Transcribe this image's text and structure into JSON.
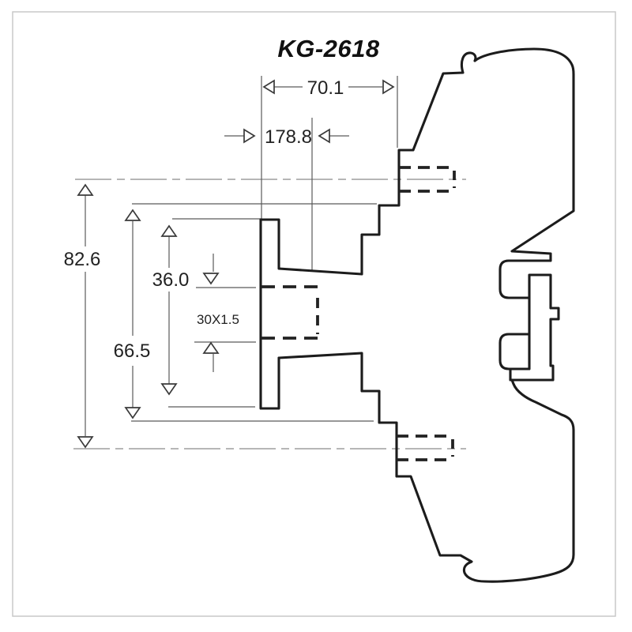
{
  "page": {
    "background": "#ffffff",
    "border_color": "#c9c9c9",
    "line_color": "#1c1c1c"
  },
  "drawing": {
    "title": "KG-2618",
    "type": "technical-dimension-drawing",
    "dimensions": {
      "top_width": "70.1",
      "overall_length": "178.8",
      "outer_height": "82.6",
      "flange_height": "36.0",
      "mid_height": "66.5",
      "thread_spec": "30X1.5"
    }
  }
}
